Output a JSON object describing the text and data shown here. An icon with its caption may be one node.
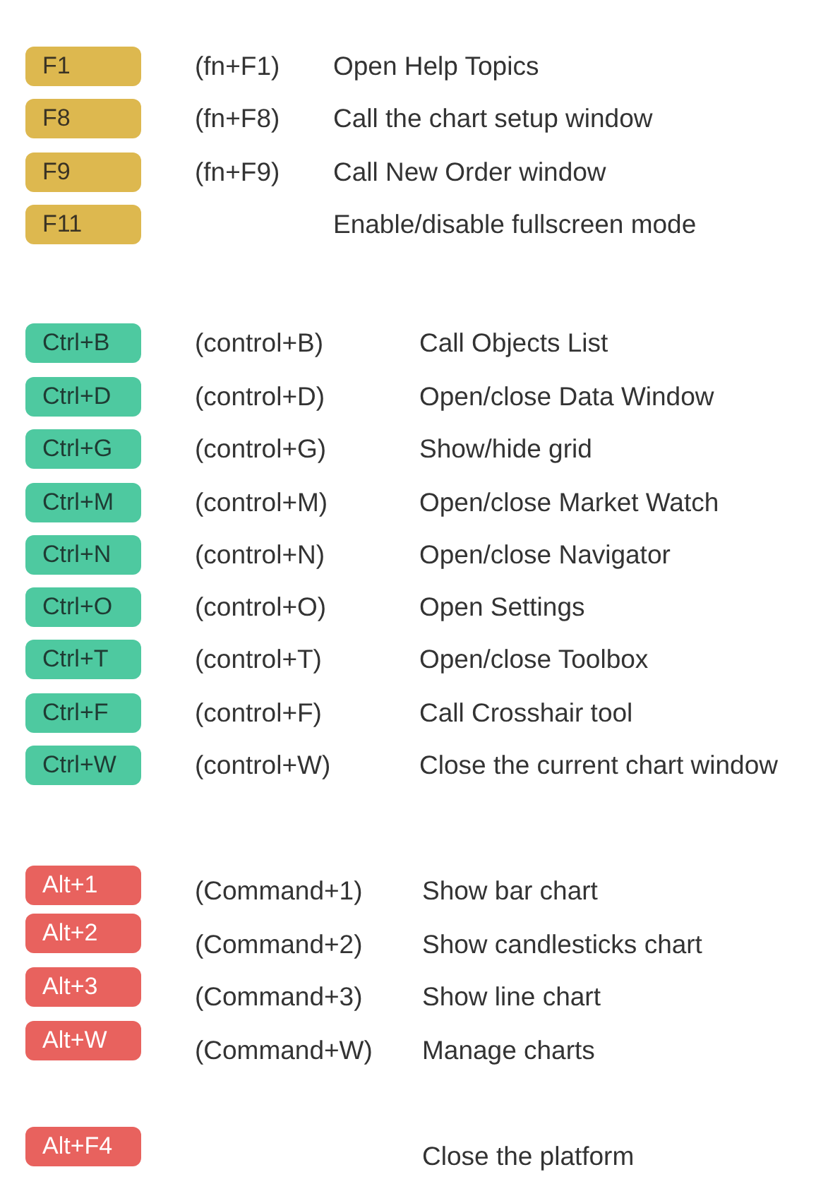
{
  "diagram": {
    "nodes": [
      {
        "text": [
          "F1"
        ]
      },
      {
        "text": [
          "F8"
        ]
      },
      {
        "text": [
          "F9"
        ]
      },
      {
        "text": [
          "F11"
        ]
      },
      {
        "text": [
          "Ctrl+B"
        ]
      },
      {
        "text": [
          "Ctrl+D"
        ]
      },
      {
        "text": [
          "Ctrl+G"
        ]
      },
      {
        "text": [
          "Ctrl+M"
        ]
      },
      {
        "text": [
          "Ctrl+N"
        ]
      },
      {
        "text": [
          "Ctrl+O"
        ]
      },
      {
        "text": [
          "Ctrl+T"
        ]
      },
      {
        "text": [
          "Ctrl+F"
        ]
      },
      {
        "text": [
          "Ctrl+W"
        ]
      },
      {
        "text": [
          "Alt+1"
        ]
      },
      {
        "text": [
          "Alt+2"
        ]
      },
      {
        "text": [
          "Alt+3"
        ]
      },
      {
        "text": [
          "Alt+W"
        ]
      },
      {
        "text": [
          "Alt+F4"
        ]
      }
    ],
    "labels": [
      "(fn+F1)",
      "Open Help Topics",
      "(fn+F8)",
      "Call the chart setup window",
      "(fn+F9)",
      "Call New Order window",
      "Enable/disable fullscreen mode",
      "(control+B)",
      "Call Objects List",
      "(control+D)",
      "Open/close Data Window",
      "(control+G)",
      "Show/hide grid",
      "(control+M)",
      "Open/close Market Watch",
      "(control+N)",
      "Open/close Navigator",
      "(control+O)",
      "Open Settings",
      "(control+T)",
      "Open/close Toolbox",
      "(control+F)",
      "Call Crosshair tool",
      "(control+W)",
      "Close the current chart window",
      "(Command+1)",
      "Show bar chart",
      "(Command+2)",
      "Show candlesticks chart",
      "(Command+3)",
      "Show line chart",
      "(Command+W)",
      "Manage charts",
      "Close the platform"
    ]
  }
}
